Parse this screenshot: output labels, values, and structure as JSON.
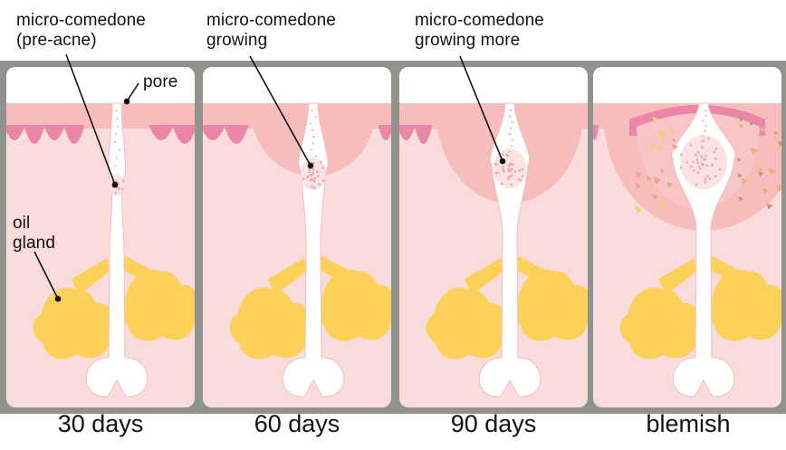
{
  "annotations": {
    "micro_comedone_pre_acne": {
      "line1": "micro-comedone",
      "line2": "(pre-acne)"
    },
    "pore": "pore",
    "oil_gland": {
      "line1": "oil",
      "line2": "gland"
    },
    "micro_comedone_growing": {
      "line1": "micro-comedone",
      "line2": "growing"
    },
    "micro_comedone_growing_more": {
      "line1": "micro-comedone",
      "line2": "growing more"
    }
  },
  "stages": [
    {
      "label": "30 days"
    },
    {
      "label": "60 days"
    },
    {
      "label": "90 days"
    },
    {
      "label": "blemish"
    }
  ],
  "colors": {
    "frame": "#8f928d",
    "dermis": "#fadcdc",
    "epidermis": "#f7bcbc",
    "skin_ridge": "#ec86a8",
    "follicle": "#ffffff",
    "oil_gland": "#fbd15a",
    "inflamed": "#f8c6c6",
    "debris": [
      "#e8a48c",
      "#c89668",
      "#f3cf6e",
      "#e9b27c"
    ]
  }
}
